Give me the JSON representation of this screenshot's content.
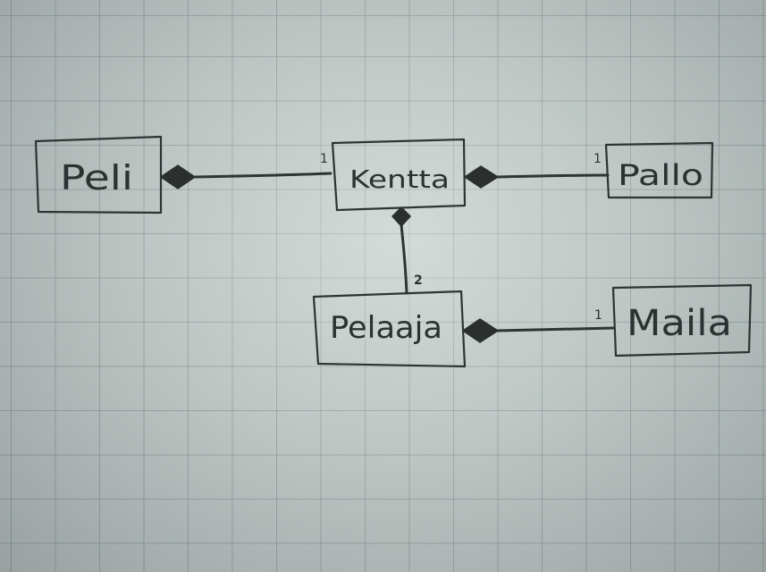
{
  "boxes": {
    "peli": "Peli",
    "kentta": "Kentta",
    "pallo": "Pallo",
    "pelaaja": "Pelaaja",
    "maila": "Maila"
  },
  "multiplicities": {
    "peli_kentta": "1",
    "kentta_pallo": "1",
    "kentta_pelaaja": "2",
    "pelaaja_maila": "1"
  },
  "colors": {
    "ink": "#2e3333",
    "paper": "#b9c2c0"
  }
}
